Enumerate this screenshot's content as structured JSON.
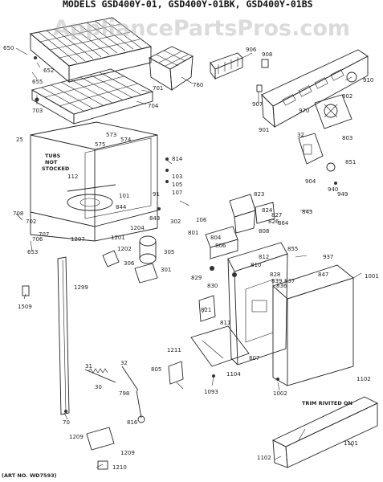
{
  "header": {
    "models_text": "MODELS  GSD400Y-01, GSD400Y-01BK, GSD400Y-01BS",
    "watermark": "AppliancePartsPros.com"
  },
  "notes": {
    "tubs_not_stocked": [
      "TUBS",
      "NOT",
      "STOCKED"
    ],
    "trim_riveted_on": "TRIM RIVITED ON",
    "art_no": "(ART NO. WD7593)"
  },
  "part_labels": [
    "650",
    "652",
    "655",
    "703",
    "701",
    "704",
    "760",
    "906",
    "908",
    "910",
    "907",
    "901",
    "970",
    "802",
    "803",
    "32",
    "851",
    "904",
    "949",
    "940",
    "25",
    "573",
    "575",
    "574",
    "814",
    "103",
    "105",
    "107",
    "112",
    "101",
    "844",
    "91",
    "843",
    "106",
    "823",
    "824",
    "827",
    "826",
    "864",
    "843",
    "808",
    "855",
    "937",
    "801",
    "804",
    "806",
    "812",
    "810",
    "830",
    "829",
    "828",
    "837",
    "839",
    "836",
    "847",
    "1001",
    "708",
    "702",
    "706",
    "707",
    "653",
    "1207",
    "1201",
    "1202",
    "1204",
    "302",
    "305",
    "306",
    "301",
    "1299",
    "1509",
    "821",
    "811",
    "807",
    "1104",
    "1211",
    "31",
    "32",
    "30",
    "805",
    "798",
    "816",
    "1093",
    "1002",
    "1102",
    "1101",
    "1102",
    "70",
    "1209",
    "1209",
    "1210"
  ]
}
